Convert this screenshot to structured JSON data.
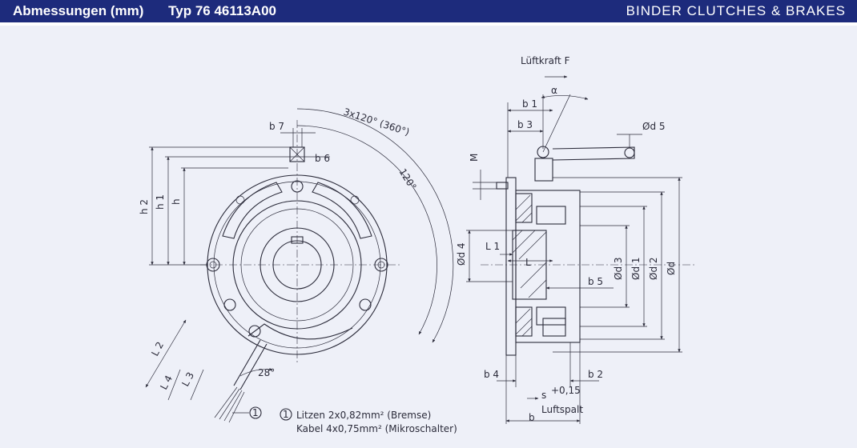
{
  "header": {
    "title_left": "Abmessungen (mm)",
    "title_type": "Typ 76 46113A00",
    "brand": "BINDER CLUTCHES & BRAKES"
  },
  "dims": {
    "b7": "b 7",
    "b6": "b 6",
    "angle_total": "3x120° (360°)",
    "angle_120": "120°",
    "h2": "h 2",
    "h1": "h 1",
    "h": "h",
    "L2": "L 2",
    "L4": "L 4",
    "L3": "L 3",
    "angle_28": "28°",
    "callout_1": "1",
    "luftkraft": "Lüftkraft F",
    "alpha": "α",
    "b1": "b 1",
    "b3": "b 3",
    "M": "M",
    "dd5": "Ød 5",
    "dd4": "Ød 4",
    "L1": "L 1",
    "L": "L",
    "b5": "b 5",
    "dd3": "Ød 3",
    "dd1": "Ød 1",
    "dd2": "Ød 2",
    "dd": "Ød",
    "b4": "b 4",
    "b2": "b 2",
    "s": "s",
    "s_tol": "+0,15",
    "luftspalt": "Luftspalt",
    "b": "b"
  },
  "legend": {
    "marker": "1",
    "line1": "Litzen 2x0,82mm² (Bremse)",
    "line2": "Kabel 4x0,75mm² (Mikroschalter)"
  },
  "colors": {
    "header": "#1d2b7c",
    "band": "#eef0f8",
    "ink": "#2b2b3a"
  }
}
